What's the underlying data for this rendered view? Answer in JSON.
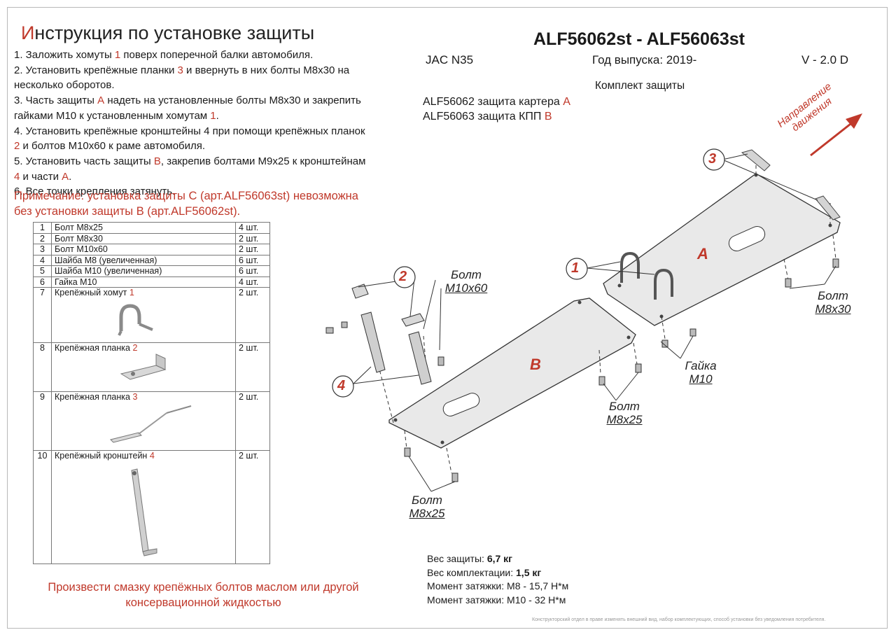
{
  "title": {
    "first_letter": "И",
    "rest": "нструкция по установке защиты"
  },
  "instructions": [
    {
      "a": "1. Заложить хомуты ",
      "r": "1",
      "b": " поверх поперечной балки автомобиля."
    },
    {
      "a": "2. Установить крепёжные планки ",
      "r": "3",
      "b": " и ввернуть в них болты М8х30 на"
    },
    {
      "a": "несколько оборотов.",
      "r": "",
      "b": ""
    },
    {
      "a": "3. Часть защиты ",
      "r": "А",
      "b": " надеть на установленные болты М8х30 и закрепить"
    },
    {
      "a": "гайками М10 к установленным хомутам ",
      "r": "1",
      "b": "."
    },
    {
      "a": "4. Установить крепёжные кронштейны 4 при помощи крепёжных планок",
      "r": "",
      "b": ""
    },
    {
      "a": "",
      "r": "2",
      "b": " и болтов М10х60 к раме автомобиля."
    },
    {
      "a": "5. Установить часть защиты ",
      "r": "В",
      "b": ", закрепив болтами М9х25 к кронштейнам"
    },
    {
      "a": "",
      "r": "4",
      "b": " и части "
    },
    {
      "a": "6. Все точки крепления затянуть.",
      "r": "",
      "b": ""
    }
  ],
  "instr_line9_tail": "А",
  "instr_line9_end": ".",
  "note": [
    "Примечание: установка защиты С (арт.ALF56063st) невозможна",
    "без установки защиты В (арт.ALF56062st)."
  ],
  "header": {
    "model": "ALF56062st - ALF56063st",
    "car": "JAC N35",
    "year": "Год выпуска: 2019-",
    "engine": "V - 2.0 D",
    "kit": "Комплект защиты",
    "part_a_text": "ALF56062 защита картера ",
    "part_a_letter": "А",
    "part_b_text": "ALF56063 защита КПП ",
    "part_b_letter": "В"
  },
  "bom": [
    {
      "n": "1",
      "name": "Болт М8х25",
      "red": "",
      "qty": "4 шт."
    },
    {
      "n": "2",
      "name": "Болт М8х30",
      "red": "",
      "qty": "2 шт."
    },
    {
      "n": "3",
      "name": "Болт М10х60",
      "red": "",
      "qty": "2 шт."
    },
    {
      "n": "4",
      "name": "Шайба М8 (увеличенная)",
      "red": "",
      "qty": "6 шт."
    },
    {
      "n": "5",
      "name": "Шайба М10 (увеличенная)",
      "red": "",
      "qty": "6 шт."
    },
    {
      "n": "6",
      "name": "Гайка М10",
      "red": "",
      "qty": "4 шт."
    },
    {
      "n": "7",
      "name": "Крепёжный хомут ",
      "red": "1",
      "qty": "2 шт."
    },
    {
      "n": "8",
      "name": "Крепёжная планка ",
      "red": "2",
      "qty": "2 шт."
    },
    {
      "n": "9",
      "name": "Крепёжная планка ",
      "red": "3",
      "qty": "2 шт."
    },
    {
      "n": "10",
      "name": "Крепёжный кронштейн ",
      "red": "4",
      "qty": "2 шт."
    }
  ],
  "footer_note": "Произвести смазку крепёжных болтов маслом или другой консервационной жидкостью",
  "stats": {
    "weight_label": "Вес защиты: ",
    "weight_value": "6,7 кг",
    "kit_weight_label": "Вес комплектации: ",
    "kit_weight_value": "1,5 кг",
    "torque_m8": "Момент затяжки:  М8 - 15,7 Н*м",
    "torque_m10": "Момент затяжки:  М10 - 32 Н*м"
  },
  "copyright": "Конструкторский отдел в праве изменять внешний вид, набор комплектующих, способ установки без уведомления потребителя.",
  "direction": [
    "Направление",
    "движения"
  ],
  "callouts": {
    "c1": "1",
    "c2": "2",
    "c3": "3",
    "c4": "4"
  },
  "plate_letters": {
    "a": "A",
    "b": "B"
  },
  "labels": {
    "bolt_m10x60": [
      "Болт",
      "М10х60"
    ],
    "bolt_m8x30": [
      "Болт",
      "М8х30"
    ],
    "nut_m10": [
      "Гайка",
      "М10"
    ],
    "bolt_m8x25_mid": [
      "Болт",
      "М8х25"
    ],
    "bolt_m8x25_low": [
      "Болт",
      "М8х25"
    ]
  },
  "colors": {
    "accent_red": "#c0392b",
    "plate_fill": "#e9e9e9",
    "line": "#333333"
  }
}
